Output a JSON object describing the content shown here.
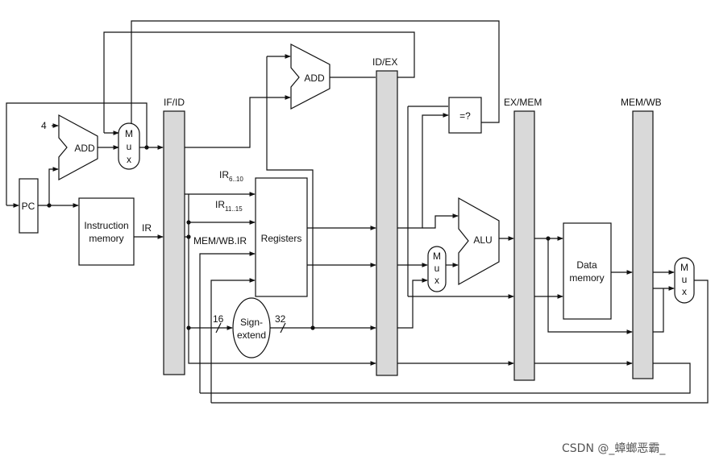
{
  "stage_labels": {
    "if_id": "IF/ID",
    "id_ex": "ID/EX",
    "ex_mem": "EX/MEM",
    "mem_wb": "MEM/WB"
  },
  "blocks": {
    "pc": "PC",
    "add_pc": "ADD",
    "add_branch": "ADD",
    "mux_pc": [
      "M",
      "u",
      "x"
    ],
    "mux_alu": [
      "M",
      "u",
      "x"
    ],
    "mux_wb": [
      "M",
      "u",
      "x"
    ],
    "instruction_memory": [
      "Instruction",
      "memory"
    ],
    "registers": "Registers",
    "sign_extend": [
      "Sign-",
      "extend"
    ],
    "alu": "ALU",
    "data_memory": [
      "Data",
      "memory"
    ],
    "compare": "=?"
  },
  "signals": {
    "four": "4",
    "ir": "IR",
    "ir_6_10_base": "IR",
    "ir_6_10_sub": "6..10",
    "ir_11_15_base": "IR",
    "ir_11_15_sub": "11..15",
    "mem_wb_ir": "MEM/WB.IR",
    "bits_16": "16",
    "bits_32": "32"
  },
  "watermark": "CSDN @_蟑螂恶霸_"
}
